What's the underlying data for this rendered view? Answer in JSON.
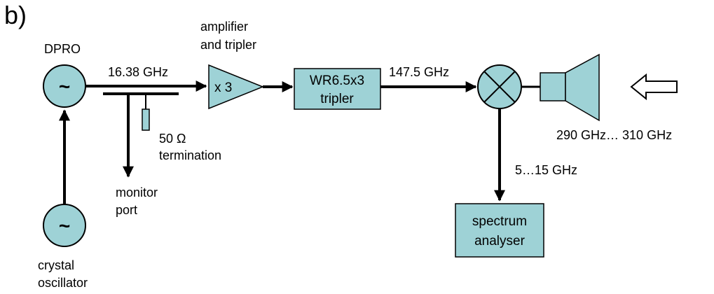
{
  "panel_label": "b)",
  "source": {
    "label": "DPRO",
    "symbol": "~"
  },
  "reference": {
    "label_line1": "crystal",
    "label_line2": "oscillator",
    "symbol": "~"
  },
  "signal_1": {
    "label": "16.38 GHz"
  },
  "monitor": {
    "label_line1": "monitor",
    "label_line2": "port"
  },
  "termination": {
    "label_line1": "50 Ω",
    "label_line2": "termination"
  },
  "amplifier": {
    "label_line1": "amplifier",
    "label_line2": "and tripler",
    "text": "x 3"
  },
  "tripler": {
    "text_line1": "WR6.5x3",
    "text_line2": "tripler"
  },
  "signal_2": {
    "label": "147.5 GHz"
  },
  "rf_input": {
    "label": "290 GHz… 310 GHz"
  },
  "if_output": {
    "label": "5…15 GHz"
  },
  "analyser": {
    "text_line1": "spectrum",
    "text_line2": "analyser"
  },
  "colors": {
    "component_fill": "#9ed2d6",
    "line": "#000000"
  }
}
